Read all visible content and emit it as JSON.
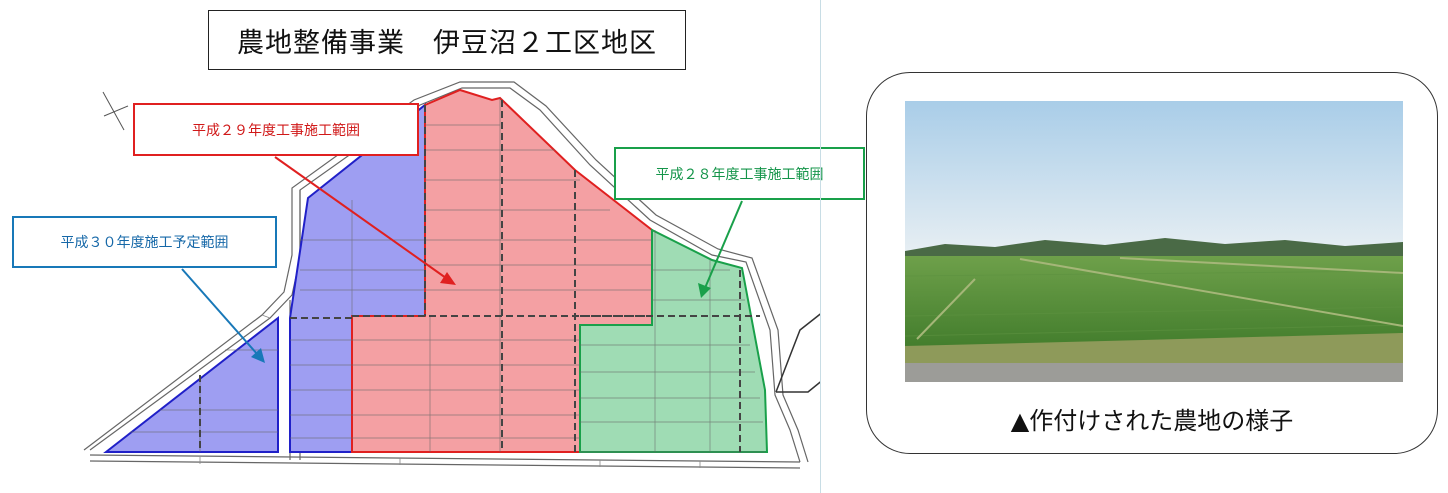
{
  "title": "農地整備事業　伊豆沼２工区地区",
  "labels": {
    "h29": "平成２９年度工事施工範囲",
    "h28": "平成２８年度工事施工範囲",
    "h30": "平成３０年度施工予定範囲"
  },
  "caption": "▲作付けされた農地の様子",
  "colors": {
    "h29_fill": "#f4a0a3",
    "h29_border": "#e02020",
    "h28_fill": "#9fdcb4",
    "h28_border": "#19a04a",
    "h30_fill": "#9e9ef2",
    "h30_border": "#2020c8",
    "h30_label": "#1878b8"
  }
}
